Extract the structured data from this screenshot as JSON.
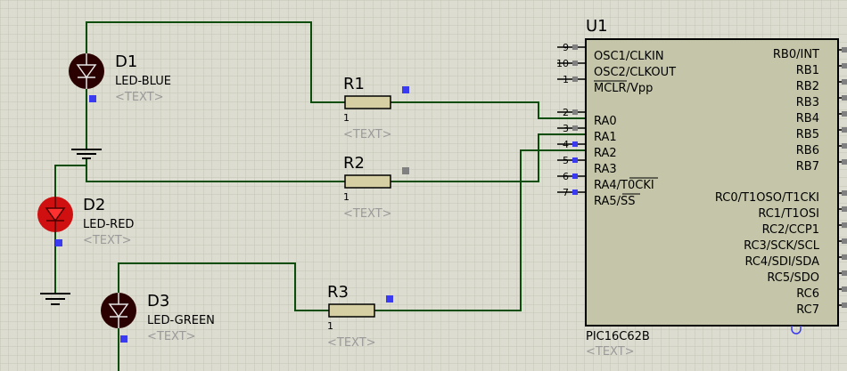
{
  "colors": {
    "background": "#dcdcd0",
    "grid": "#c6c6b6",
    "wire": "#0a4d0a",
    "chip_body": "#c5c5a9",
    "resistor_body": "#d6cfa4",
    "led_off": "#2b0000",
    "led_red_on": "#d01010",
    "pin_marker_active": "#3a3af0",
    "pin_marker_idle": "#808080"
  },
  "chip": {
    "ref": "U1",
    "part": "PIC16C62B",
    "text": "<TEXT>",
    "left_pins": [
      {
        "num": "9",
        "name": "OSC1/CLKIN",
        "marker": "idle"
      },
      {
        "num": "10",
        "name": "OSC2/CLKOUT",
        "marker": "idle"
      },
      {
        "num": "1",
        "name": "MCLR/Vpp",
        "marker": "idle"
      },
      {
        "num": "2",
        "name": "RA0",
        "marker": "idle"
      },
      {
        "num": "3",
        "name": "RA1",
        "marker": "idle"
      },
      {
        "num": "4",
        "name": "RA2",
        "marker": "active"
      },
      {
        "num": "5",
        "name": "RA3",
        "marker": "active"
      },
      {
        "num": "6",
        "name": "RA4/T0CKI",
        "marker": "active"
      },
      {
        "num": "7",
        "name": "RA5/SS",
        "marker": "active"
      }
    ],
    "right_pins": [
      "RB0/INT",
      "RB1",
      "RB2",
      "RB3",
      "RB4",
      "RB5",
      "RB6",
      "RB7",
      "RC0/T1OSO/T1CKI",
      "RC1/T1OSI",
      "RC2/CCP1",
      "RC3/SCK/SCL",
      "RC4/SDI/SDA",
      "RC5/SDO",
      "RC6",
      "RC7"
    ]
  },
  "leds": [
    {
      "ref": "D1",
      "value": "LED-BLUE",
      "text": "<TEXT>",
      "lit": false
    },
    {
      "ref": "D2",
      "value": "LED-RED",
      "text": "<TEXT>",
      "lit": true
    },
    {
      "ref": "D3",
      "value": "LED-GREEN",
      "text": "<TEXT>",
      "lit": false
    }
  ],
  "resistors": [
    {
      "ref": "R1",
      "value": "1",
      "text": "<TEXT>",
      "marker": "active"
    },
    {
      "ref": "R2",
      "value": "1",
      "text": "<TEXT>",
      "marker": "idle"
    },
    {
      "ref": "R3",
      "value": "1",
      "text": "<TEXT>",
      "marker": "active"
    }
  ]
}
